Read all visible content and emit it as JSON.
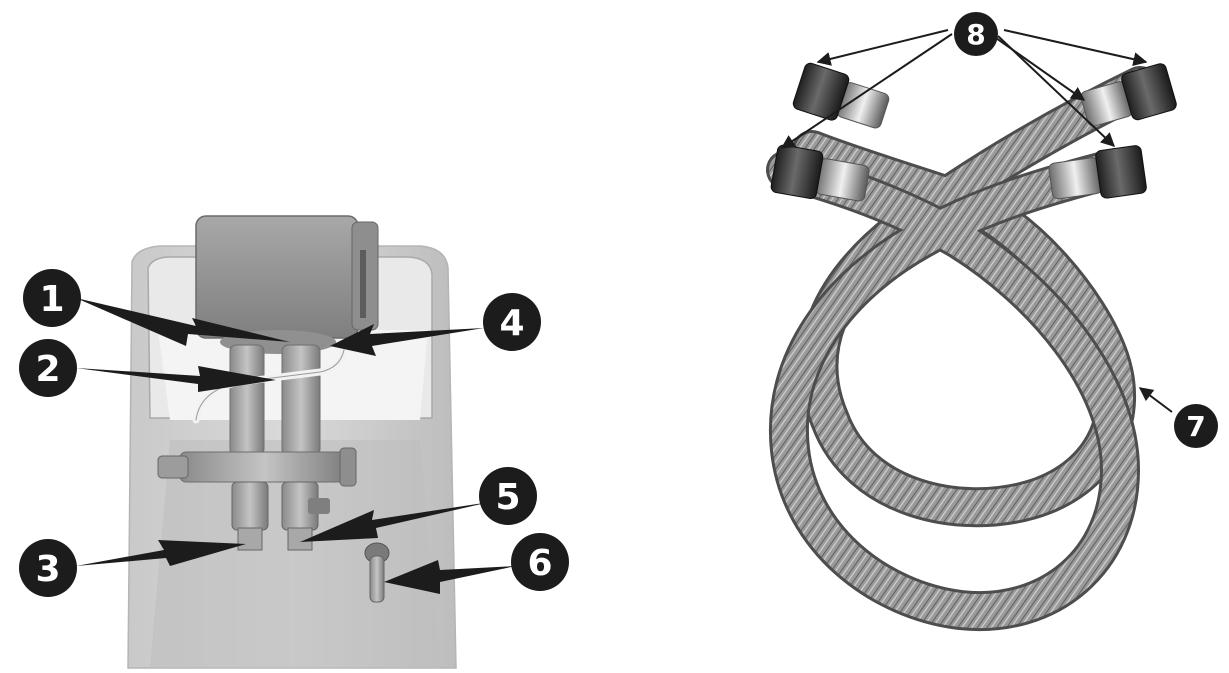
{
  "figure": {
    "softener_callouts": [
      "1",
      "2",
      "3",
      "4",
      "5",
      "6"
    ],
    "hose_callouts": [
      "7",
      "8"
    ]
  },
  "colors": {
    "callout_fill": "#1c1c1c",
    "callout_text": "#ffffff",
    "cabinet": "#cfcfcf",
    "hose_braid": "#8c8c8c",
    "nut": "#3a3a3a"
  }
}
